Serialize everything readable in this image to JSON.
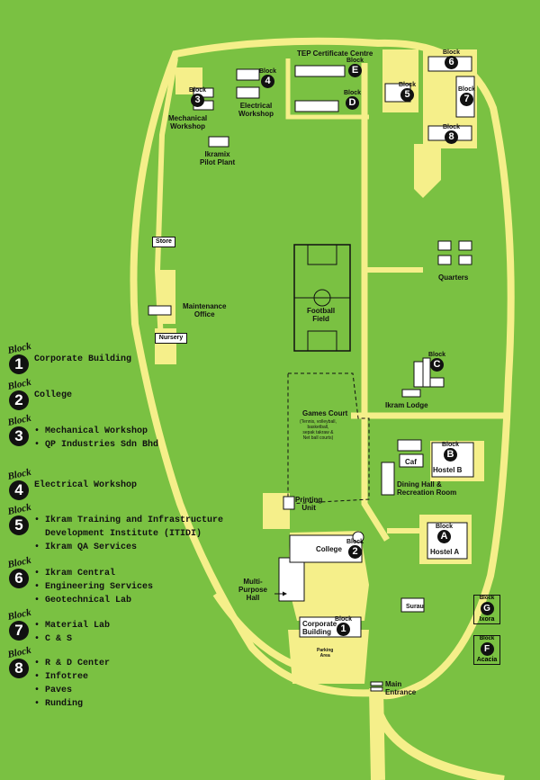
{
  "colors": {
    "ground": "#7ac142",
    "road": "#f5ef8a",
    "building": "#ffffff",
    "ink": "#111111"
  },
  "map_labels": {
    "tep": "TEP Certificate Centre",
    "mech_ws": "Mechanical\nWorkshop",
    "elec_ws": "Electrical\nWorkshop",
    "ikramix": "Ikramix\nPilot Plant",
    "store": "Store",
    "maint": "Maintenance\nOffice",
    "nursery": "Nursery",
    "football": "Football\nField",
    "quarters": "Quarters",
    "games": "Games Court",
    "games_sub": "(Tennis, volleyball,\nbasketball,\nsepak takraw &\nNet ball courts)",
    "ikram_lodge": "Ikram Lodge",
    "caf": "Caf",
    "hostel_b": "Hostel B",
    "dining": "Dining Hall &\nRecreation Room",
    "printing": "Printing\nUnit",
    "college": "College",
    "hostel_a": "Hostel A",
    "multi": "Multi-\nPurpose\nHall",
    "surau": "Surau",
    "corporate": "Corporate\nBuilding",
    "parking": "Parking\nArea",
    "main_entrance": "Main\nEntrance"
  },
  "block_word": "Block",
  "blocks_on_map": [
    "3",
    "4",
    "E",
    "D",
    "5",
    "6",
    "7",
    "8",
    "C",
    "B",
    "A",
    "2",
    "1"
  ],
  "key_blocks": [
    {
      "id": "G",
      "label": "Ixora"
    },
    {
      "id": "F",
      "label": "Acacia"
    }
  ],
  "legend": [
    {
      "num": "1",
      "lines": [
        "Corporate Building"
      ]
    },
    {
      "num": "2",
      "lines": [
        "College"
      ]
    },
    {
      "num": "3",
      "lines": [
        "• Mechanical Workshop",
        "• QP Industries Sdn Bhd"
      ]
    },
    {
      "num": "4",
      "lines": [
        "Electrical Workshop"
      ]
    },
    {
      "num": "5",
      "lines": [
        "• Ikram Training and Infrastructure",
        "  Development Institute (ITIDI)",
        "• Ikram QA Services"
      ]
    },
    {
      "num": "6",
      "lines": [
        "• Ikram Central",
        "• Engineering Services",
        "• Geotechnical Lab"
      ]
    },
    {
      "num": "7",
      "lines": [
        "• Material Lab",
        "• C & S"
      ]
    },
    {
      "num": "8",
      "lines": [
        "• R & D Center",
        "• Infotree",
        "• Paves",
        "• Runding"
      ]
    }
  ]
}
